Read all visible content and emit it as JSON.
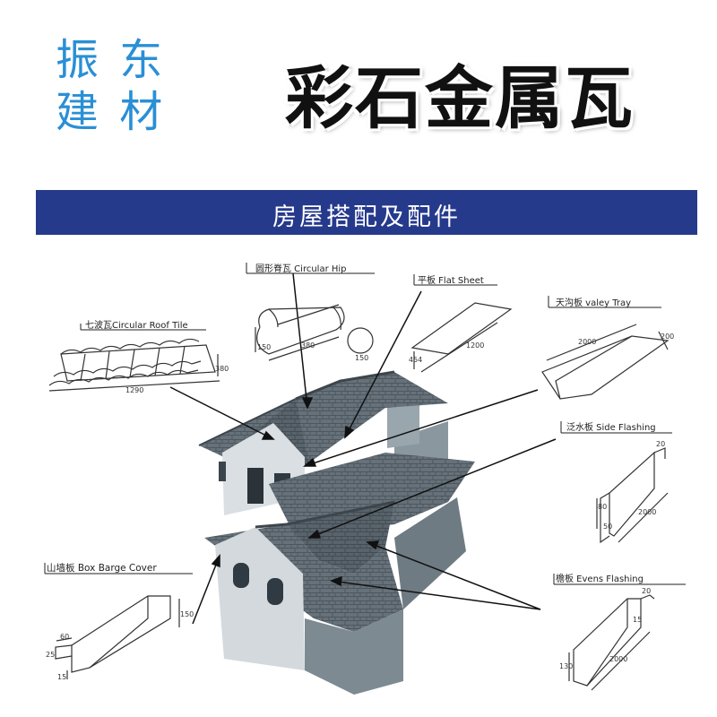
{
  "brand": {
    "line1": "振 东",
    "line2": "建 材"
  },
  "title": "彩石金属瓦",
  "banner": "房屋搭配及配件",
  "parts": {
    "roof_tile": {
      "label": "七波瓦Circular Roof Tile",
      "dim_length": "1290",
      "dim_width": "380"
    },
    "hip": {
      "label": "圆形脊瓦 Circular Hip",
      "dim_length": "380",
      "dim_height": "150",
      "dim_diameter": "150"
    },
    "flat_sheet": {
      "label": "平板 Flat Sheet",
      "dim_length": "1200",
      "dim_width": "454"
    },
    "valley": {
      "label": "天沟板 valey Tray",
      "dim_length": "2000",
      "dim_width": "200"
    },
    "side_flashing": {
      "label": "泛水板 Side Flashing",
      "dim_top": "20",
      "dim_height": "80",
      "dim_side": "50",
      "dim_length": "2000"
    },
    "barge": {
      "label": "山墙板 Box Barge Cover",
      "dim_top": "60",
      "dim_height": "150",
      "dim_side": "25",
      "dim_bottom": "15"
    },
    "eaves": {
      "label": "檐板 Evens Flashing",
      "dim_top": "20",
      "dim_side": "15",
      "dim_height": "130",
      "dim_length": "2000"
    }
  },
  "colors": {
    "brand": "#2a8fd6",
    "banner": "#263a8c",
    "roof": "#5f6a72",
    "wall": "#7d8a92"
  }
}
